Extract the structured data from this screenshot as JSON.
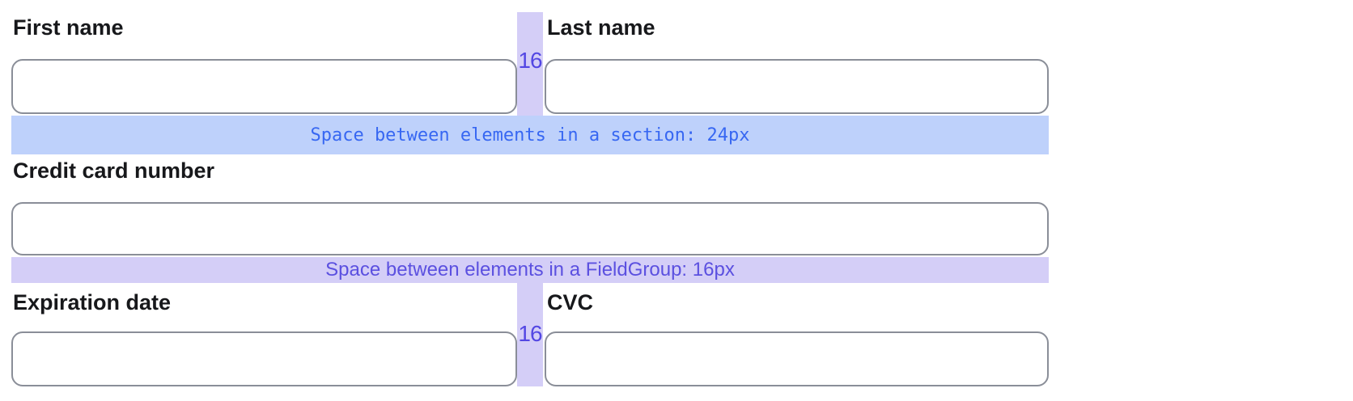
{
  "diagram": {
    "fields": {
      "first_name": {
        "label": "First name",
        "value": ""
      },
      "last_name": {
        "label": "Last name",
        "value": ""
      },
      "card_number": {
        "label": "Credit card number",
        "value": ""
      },
      "expiration_date": {
        "label": "Expiration date",
        "value": ""
      },
      "cvc": {
        "label": "CVC",
        "value": ""
      }
    },
    "annotations": {
      "section_gap": {
        "text": "Space between elements in a section: 24px",
        "bg_color": "#bed1fb",
        "text_color": "#3767f2"
      },
      "fieldgroup_gap": {
        "text": "Space between elements in a FieldGroup: 16px",
        "bg_color": "#d4cef7",
        "text_color": "#5b50e0"
      },
      "column_gap_top": "16",
      "column_gap_bottom": "16",
      "column_gap_strip_color": "#d4cef7",
      "gap_number_color": "#5347e3",
      "input_border_color": "#8a8e98"
    }
  }
}
